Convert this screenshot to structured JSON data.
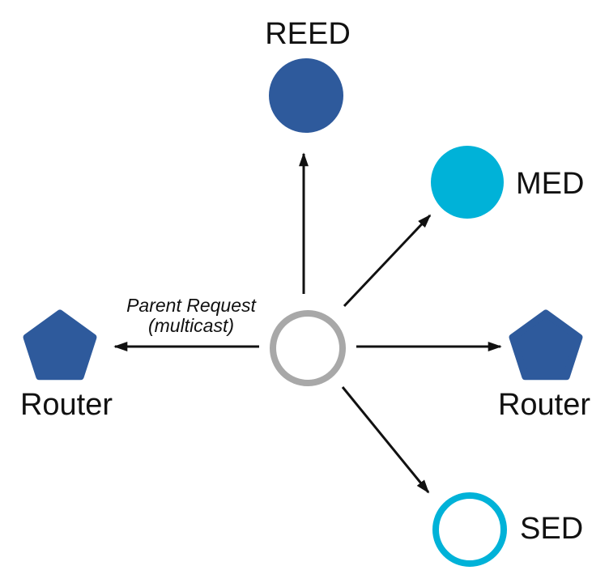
{
  "diagram": {
    "annotation": {
      "line1": "Parent Request",
      "line2": "(multicast)"
    },
    "nodes": {
      "reed": {
        "label": "REED",
        "shape": "filled-circle",
        "color": "#2e5a9c"
      },
      "med": {
        "label": "MED",
        "shape": "filled-circle",
        "color": "#00b2d8"
      },
      "router_left": {
        "label": "Router",
        "shape": "filled-pentagon",
        "color": "#2e5a9c"
      },
      "router_right": {
        "label": "Router",
        "shape": "filled-pentagon",
        "color": "#2e5a9c"
      },
      "sed": {
        "label": "SED",
        "shape": "outline-circle",
        "color": "#00b2d8"
      },
      "center": {
        "label": "",
        "shape": "outline-circle",
        "color": "#a8a8a8"
      }
    },
    "edges": [
      {
        "from": "center",
        "to": "reed"
      },
      {
        "from": "center",
        "to": "med"
      },
      {
        "from": "center",
        "to": "router_left"
      },
      {
        "from": "center",
        "to": "router_right"
      },
      {
        "from": "center",
        "to": "sed"
      }
    ],
    "colors": {
      "arrow": "#111111",
      "node_blue": "#2e5a9c",
      "node_cyan": "#00b2d8",
      "center_gray": "#a8a8a8",
      "background": "#ffffff"
    }
  }
}
